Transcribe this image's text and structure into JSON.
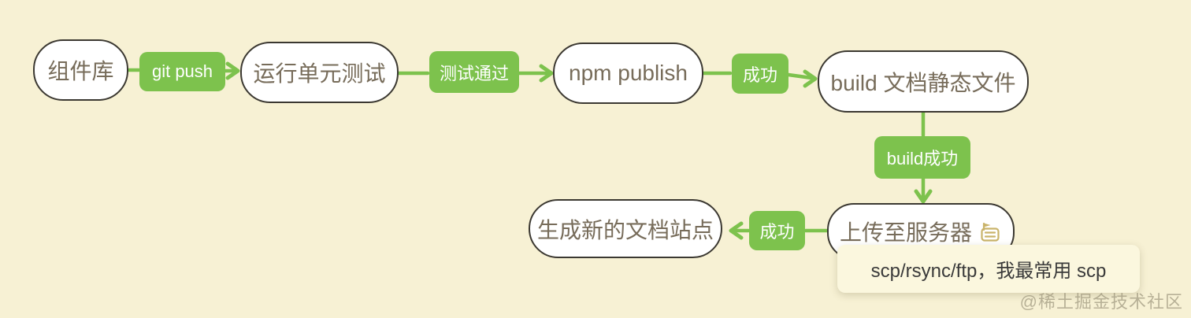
{
  "colors": {
    "background": "#F7F1D4",
    "accent": "#7DC24D",
    "node_border": "#3B3831",
    "node_fill": "#FFFFFF",
    "node_text": "#776C5A",
    "badge_text": "#FFFFFF",
    "tooltip_bg": "#FBF7DE",
    "tooltip_text": "#3A3A3A",
    "note_icon": "#C9B36A",
    "watermark_color": "#857E66"
  },
  "diagram": {
    "nodes": [
      {
        "label": "组件库"
      },
      {
        "label": "运行单元测试"
      },
      {
        "label": "npm publish"
      },
      {
        "label": "build 文档静态文件"
      },
      {
        "label": "上传至服务器",
        "has_note": true
      },
      {
        "label": "生成新的文档站点"
      }
    ],
    "edges": [
      {
        "label": "git push"
      },
      {
        "label": "测试通过"
      },
      {
        "label": "成功"
      },
      {
        "label": "build成功"
      },
      {
        "label": "成功"
      }
    ],
    "tooltip": {
      "text": "scp/rsync/ftp，我最常用 scp"
    }
  },
  "watermark": {
    "text": "@稀土掘金技术社区"
  }
}
